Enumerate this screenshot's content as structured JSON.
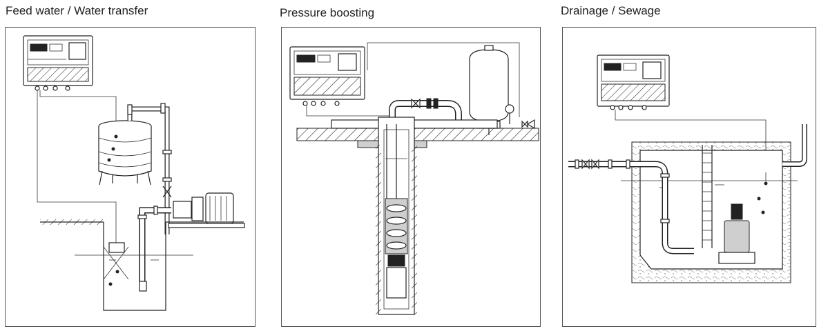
{
  "sections": [
    {
      "title": "Feed water / Water transfer"
    },
    {
      "title": "Pressure boosting"
    },
    {
      "title": "Drainage / Sewage"
    }
  ]
}
